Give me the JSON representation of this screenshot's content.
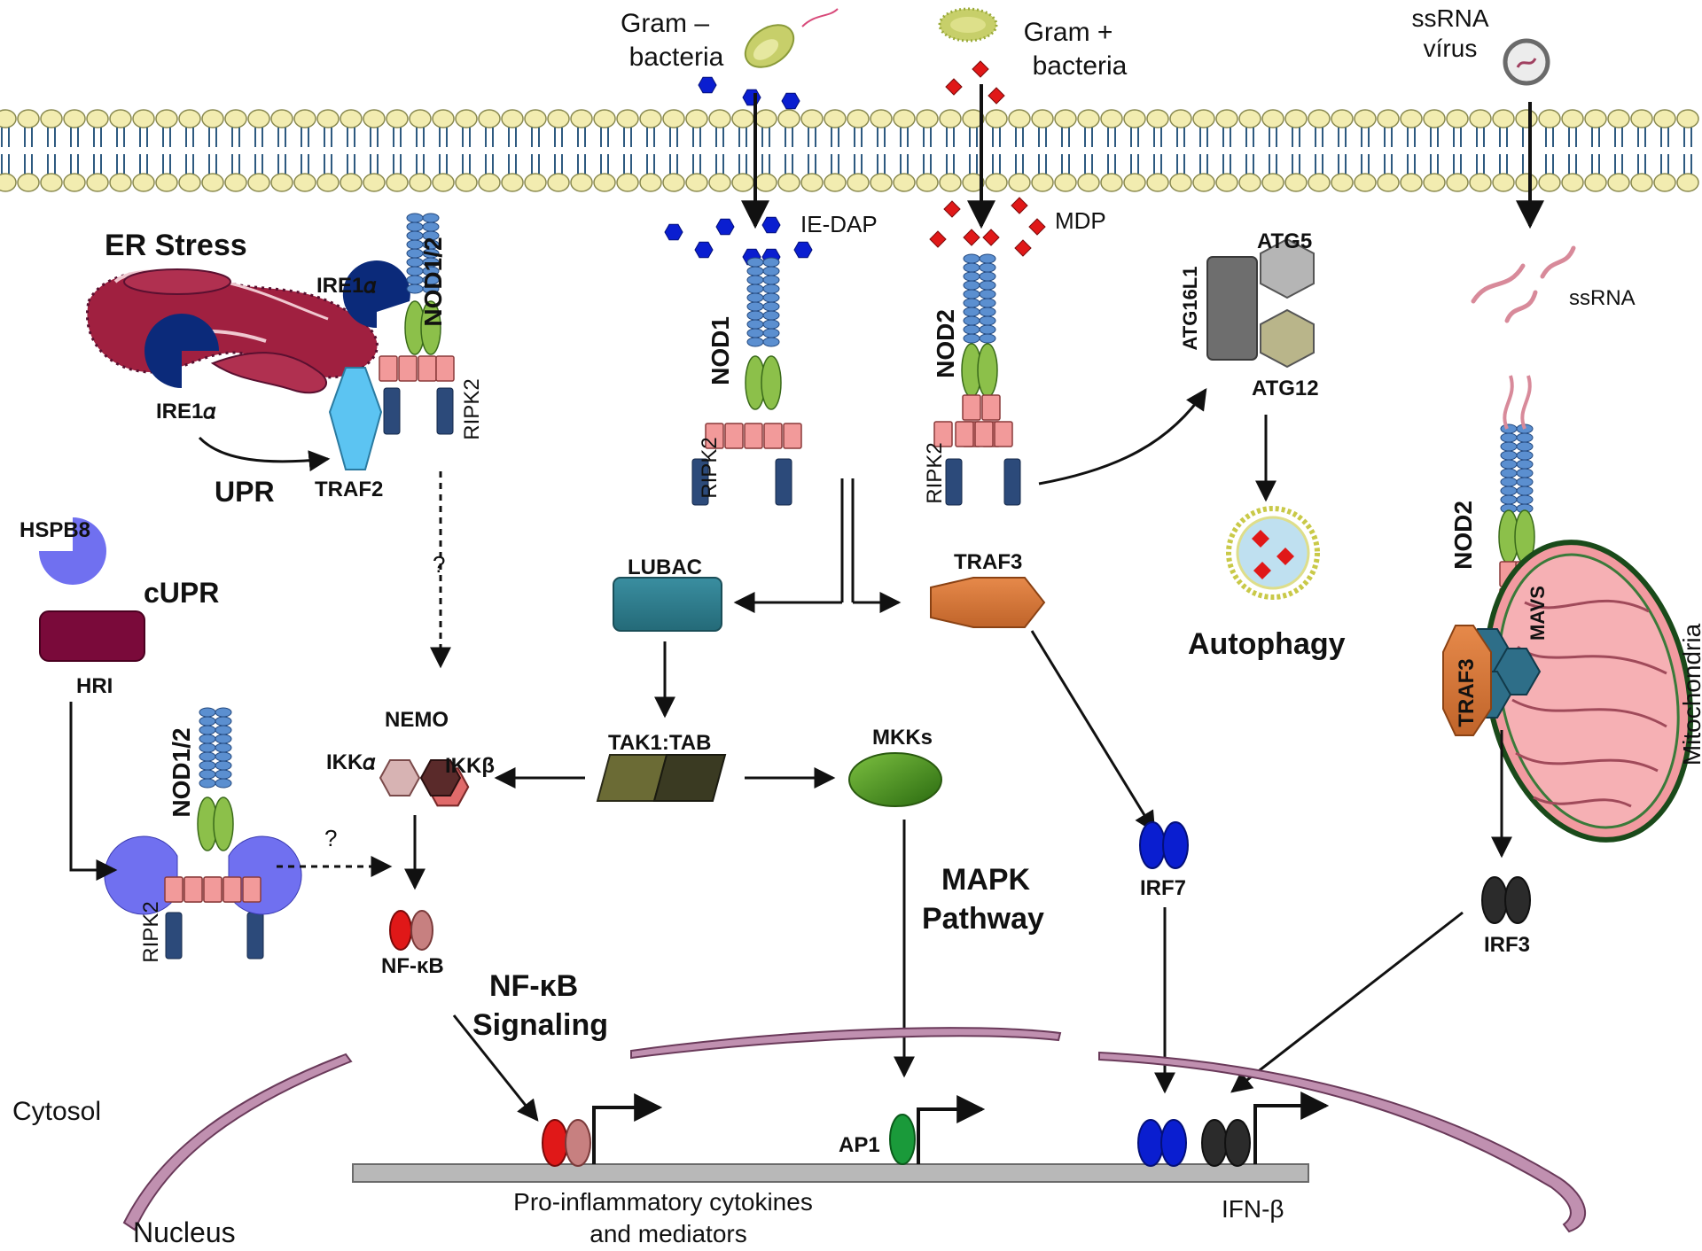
{
  "labels": {
    "gram_neg": [
      "Gram –",
      "bacteria"
    ],
    "gram_pos": [
      "Gram +",
      "bacteria"
    ],
    "ssrna_virus": [
      "ssRNA",
      "vírus"
    ],
    "ie_dap": "IE-DAP",
    "mdp": "MDP",
    "ssrna": "ssRNA",
    "er_stress": "ER Stress",
    "ire1a_top": "IRE1𝛼",
    "ire1a_bottom": "IRE1𝛼",
    "upr": "UPR",
    "traf2": "TRAF2",
    "nod12_top": "NOD1/2",
    "ripk2_er": "RIPK2",
    "nod1": "NOD1",
    "ripk2_nod1": "RIPK2",
    "nod2": "NOD2",
    "ripk2_nod2": "RIPK2",
    "atg5": "ATG5",
    "atg16l1": "ATG16L1",
    "atg12": "ATG12",
    "autophagy": "Autophagy",
    "hspb8": "HSPB8",
    "cupr": "cUPR",
    "hri": "HRI",
    "question_1": "?",
    "question_2": "?",
    "lubac": "LUBAC",
    "traf3_mid": "TRAF3",
    "nemo": "NEMO",
    "ikka": "IKK𝛼",
    "ikkb": "IKKβ",
    "tak1_tab": "TAK1:TAB",
    "mkks": "MKKs",
    "nod12_bottom": "NOD1/2",
    "ripk2_bottom": "RIPK2",
    "nfkb": "NF-κB",
    "nfkb_signaling": [
      "NF-κB",
      "Signaling"
    ],
    "mapk_pathway": [
      "MAPK",
      "Pathway"
    ],
    "irf7": "IRF7",
    "nod2_right": "NOD2",
    "mavs": "MAVS",
    "traf3_right": "TRAF3",
    "mitochondria": "Mitochondria",
    "irf3": "IRF3",
    "cytosol": "Cytosol",
    "nucleus": "Nucleus",
    "ap1": "AP1",
    "pro_inflammatory": [
      "Pro-inflammatory cytokines",
      "and mediators"
    ],
    "ifn_b": "IFN-β"
  },
  "colors": {
    "lrr": "#5b8fd0",
    "nod_domain": "#8cc04a",
    "card": "#f29a9a",
    "kinase": "#2c4a7a",
    "ire1a": "#0b2a7a",
    "traf2": "#5cc4f2",
    "lubac": "#2e7a8c",
    "traf3": "#d2732f",
    "nemo": "#e06a6a",
    "ikka": "#d7b3b3",
    "ikkb": "#5a2a2a",
    "tak1": "#6b6b35",
    "tab": "#3a3a22",
    "mkks": "#3a8a1c",
    "nfkb_p65": "#e01818",
    "nfkb_p50": "#c78080",
    "irf7": "#0a1ed0",
    "irf3": "#2b2b2b",
    "ap1": "#1a9a3a",
    "hspb8": "#7070f0",
    "hri": "#7a0a3a",
    "mavs": "#2e6e88",
    "atg5": "#b5b5b5",
    "atg12": "#b9b58a",
    "atg16l1": "#6e6e6e",
    "ligand_ie_dap": "#0a1ed0",
    "ligand_mdp": "#e01818",
    "membrane_head": "#f2ecb0",
    "membrane_tail": "#2e5a80",
    "er": "#a02040",
    "mitochondria": "#f29aa0",
    "nucleus_envelope": "#c090b0",
    "dna": "#b8b8b8"
  },
  "icons": {
    "gram_neg": "rod-bacterium-icon",
    "gram_pos": "coccus-bacterium-icon",
    "virus": "virus-icon",
    "er": "endoplasmic-reticulum-icon",
    "mitochondrion": "mitochondrion-icon",
    "autophagosome": "autophagosome-icon"
  }
}
